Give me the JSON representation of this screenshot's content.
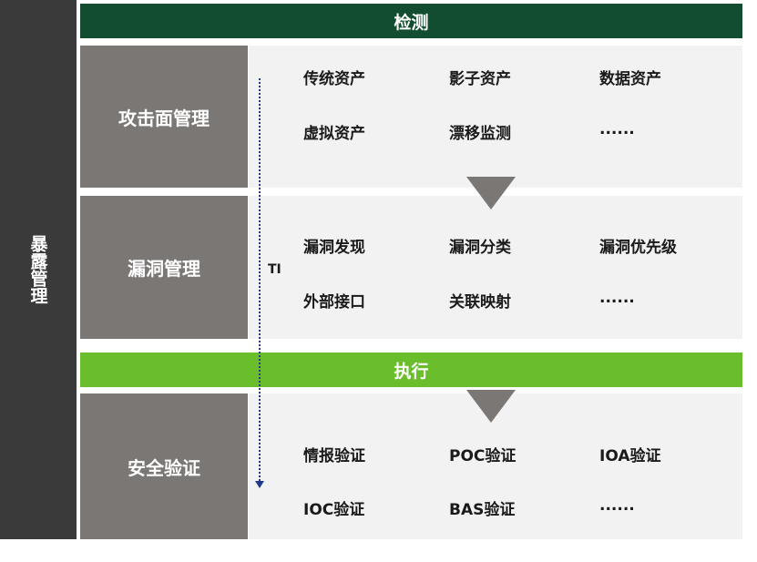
{
  "left_label": "暴露管理",
  "bands": {
    "detect": "检测",
    "execute": "执行"
  },
  "ti_label": "TI",
  "sections": [
    {
      "title": "攻击面管理",
      "items": [
        [
          "传统资产",
          "影子资产",
          "数据资产"
        ],
        [
          "虚拟资产",
          "漂移监测",
          "......"
        ]
      ]
    },
    {
      "title": "漏洞管理",
      "items": [
        [
          "漏洞发现",
          "漏洞分类",
          "漏洞优先级"
        ],
        [
          "外部接口",
          "关联映射",
          "......"
        ]
      ]
    },
    {
      "title": "安全验证",
      "items": [
        [
          "情报验证",
          "POC验证",
          "IOA验证"
        ],
        [
          "IOC验证",
          "BAS验证",
          "......"
        ]
      ]
    }
  ],
  "colors": {
    "dark_green": "#124d2f",
    "light_green": "#6abe2b",
    "box_gray": "#7b7775",
    "left_bar": "#3a3a3a",
    "panel": "#f2f2f2"
  }
}
